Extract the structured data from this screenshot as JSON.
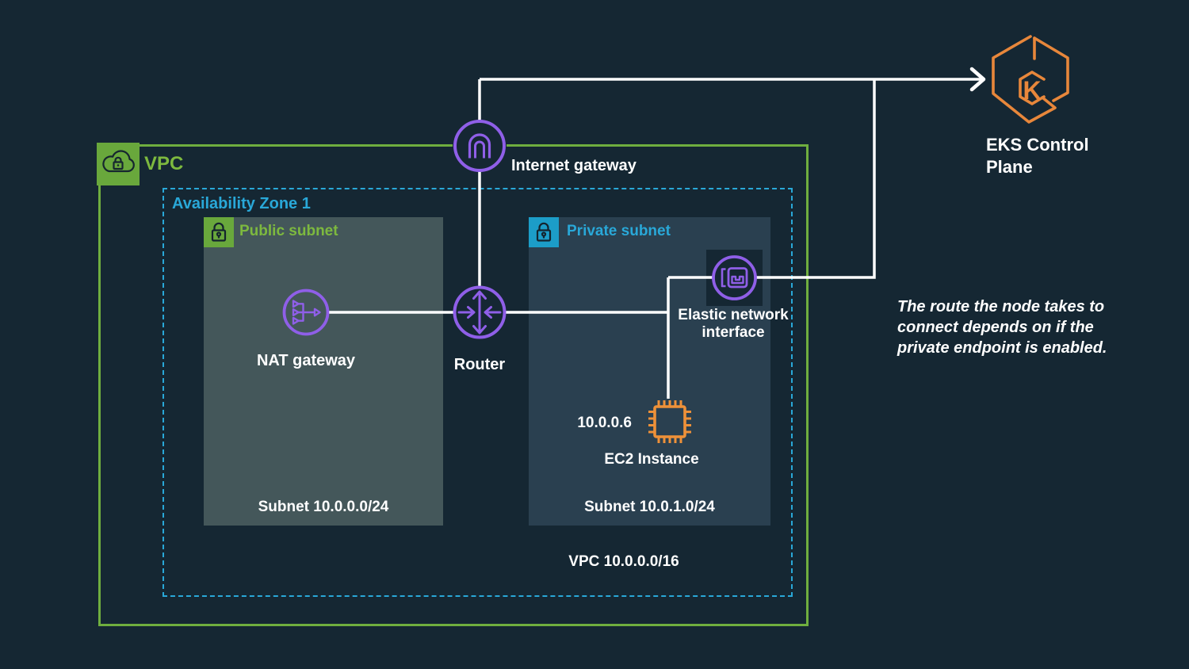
{
  "colors": {
    "background": "#152733",
    "vpc_border_green": "#6FAE3F",
    "green_tag": "#69A83C",
    "green_text": "#7DB93F",
    "az_cyan": "#29A8D8",
    "private_tag_cyan": "#1C9DC8",
    "purple": "#8F5FE8",
    "ec2_orange": "#EE9139",
    "eks_orange": "#E8873B",
    "public_subnet_fill": "#44575A",
    "private_subnet_fill": "#2A4050",
    "connector": "#FFFFFF"
  },
  "vpc": {
    "label": "VPC",
    "cidr": "VPC 10.0.0.0/16",
    "icon": "vpc-cloud-lock-icon"
  },
  "availability_zone": {
    "label": "Availability Zone 1"
  },
  "subnets": {
    "public": {
      "label": "Public subnet",
      "cidr": "Subnet 10.0.0.0/24",
      "icon": "lock-icon"
    },
    "private": {
      "label": "Private subnet",
      "cidr": "Subnet 10.0.1.0/24",
      "icon": "lock-icon"
    }
  },
  "nodes": {
    "internet_gateway": {
      "label": "Internet gateway",
      "icon": "internet-gateway-icon"
    },
    "nat_gateway": {
      "label": "NAT gateway",
      "icon": "nat-gateway-icon"
    },
    "router": {
      "label": "Router",
      "icon": "router-icon"
    },
    "elastic_network_interface": {
      "label_line1": "Elastic network",
      "label_line2": "interface",
      "icon": "network-interface-icon"
    },
    "ec2_instance": {
      "label": "EC2 Instance",
      "ip": "10.0.0.6",
      "icon": "ec2-chip-icon"
    },
    "eks_control_plane": {
      "label_line1": "EKS Control",
      "label_line2": "Plane",
      "icon": "eks-hexagon-icon"
    }
  },
  "note": {
    "line1": "The route the node takes to",
    "line2": "connect depends on if the",
    "line3": "private endpoint is enabled."
  }
}
